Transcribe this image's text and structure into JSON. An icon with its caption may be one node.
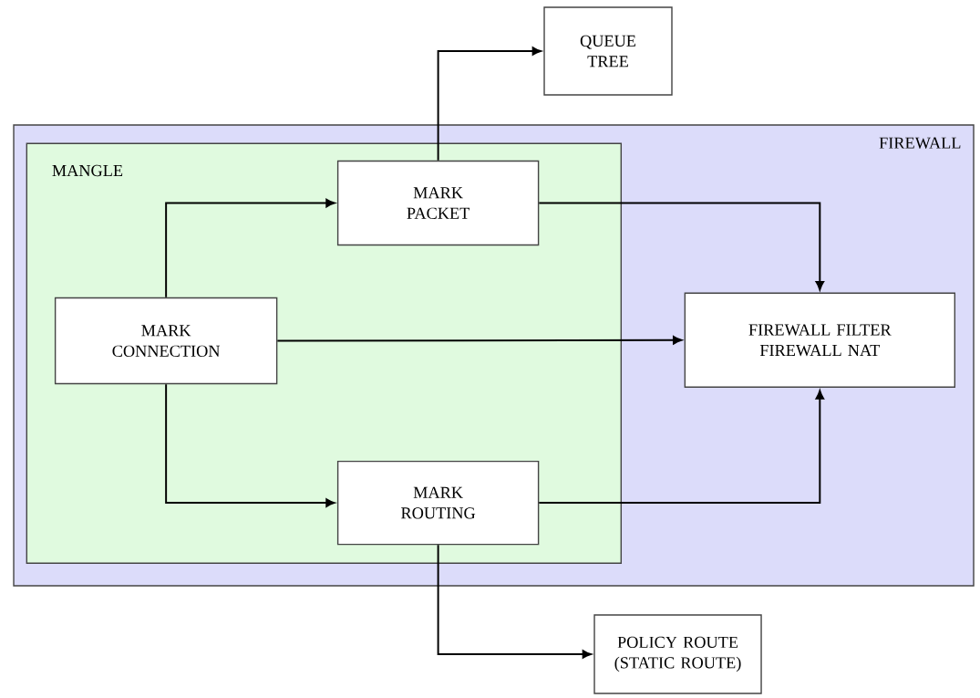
{
  "diagram": {
    "nodes": [
      {
        "text": [
          "QUEUE TREE"
        ]
      },
      {
        "text": [
          "FIREWALL"
        ]
      },
      {
        "text": [
          "MANGLE"
        ],
        "in": 1
      },
      {
        "text": [
          "MARK PACKET"
        ],
        "in": 2
      },
      {
        "text": [
          "MARK CONNECTION"
        ],
        "in": 2
      },
      {
        "text": [
          "MARK ROUTING"
        ],
        "in": 2
      },
      {
        "text": [
          "FIREWALL FILTER",
          "FIREWALL NAT"
        ],
        "in": 1
      },
      {
        "text": [
          "POLICY ROUTE (STATIC ROUTE)"
        ]
      }
    ],
    "edges": [
      {
        "from": 3,
        "to": 0,
        "arrow": "to"
      },
      {
        "from": 4,
        "to": 3,
        "arrow": "to"
      },
      {
        "from": 4,
        "to": 6,
        "arrow": "to"
      },
      {
        "from": 4,
        "to": 5,
        "arrow": "to"
      },
      {
        "from": 3,
        "to": 6,
        "arrow": "to"
      },
      {
        "from": 5,
        "to": 6,
        "arrow": "to"
      },
      {
        "from": 5,
        "to": 7,
        "arrow": "to"
      }
    ]
  }
}
